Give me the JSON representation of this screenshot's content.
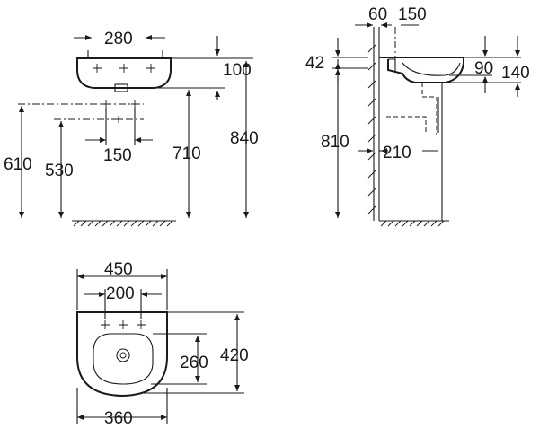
{
  "drawing": {
    "front_view": {
      "width_label": "280",
      "basin_height_label": "100",
      "tap_spacing_label": "150",
      "height_610_label": "610",
      "height_530_label": "530",
      "height_710_label": "710",
      "height_840_label": "840"
    },
    "side_view": {
      "label_60": "60",
      "label_150": "150",
      "label_42": "42",
      "label_90": "90",
      "label_140": "140",
      "label_810": "810",
      "label_210": "210"
    },
    "top_view": {
      "outer_width_label": "450",
      "tap_spacing_label": "200",
      "base_width_label": "360",
      "bowl_depth_label": "260",
      "depth_label": "420"
    }
  },
  "colors": {
    "line": "#1a1a1a",
    "background": "#ffffff"
  }
}
